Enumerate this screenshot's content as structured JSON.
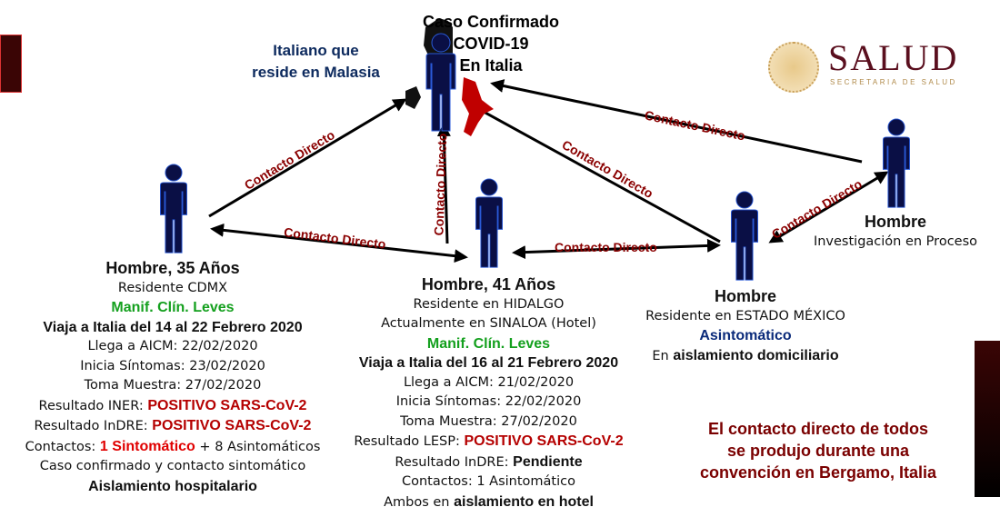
{
  "colors": {
    "arrow": "#000000",
    "label": "#8a0000",
    "figure": "#0a0f45",
    "figure_outline": "#2a5ad8",
    "accent_dark": "#3a0505"
  },
  "header": {
    "logo_title": "SALUD",
    "logo_subtitle": "SECRETARIA DE SALUD"
  },
  "index_case": {
    "title_lines": [
      "Caso Confirmado",
      "COVID-19",
      "En Italia"
    ],
    "note_lines": [
      "Italiano que",
      "reside en Malasia"
    ]
  },
  "edge_label": "Contacto Directo",
  "case_35": {
    "title": "Hombre, 35 Años",
    "residence": "Residente CDMX",
    "clinical": "Manif. Clín. Leves",
    "travel": "Viaja a Italia del 14 al 22 Febrero 2020",
    "arrival": "Llega a AICM: 22/02/2020",
    "symptoms": "Inicia Síntomas: 23/02/2020",
    "sample": "Toma Muestra: 27/02/2020",
    "iner_label": "Resultado INER: ",
    "iner_value": "POSITIVO SARS-CoV-2",
    "indre_label": "Resultado InDRE: ",
    "indre_value": "POSITIVO SARS-CoV-2",
    "contacts_label": "Contactos: ",
    "contacts_sympt": "1 Sintomático",
    "contacts_rest": " + 8 Asintomáticos",
    "note": "Caso confirmado y contacto sintomático",
    "isolation": "Aislamiento hospitalario"
  },
  "case_41": {
    "title": "Hombre, 41 Años",
    "residence": "Residente en HIDALGO",
    "current": "Actualmente en SINALOA (Hotel)",
    "clinical": "Manif. Clín. Leves",
    "travel": "Viaja a Italia del 16 al 21 Febrero 2020",
    "arrival": "Llega a AICM: 21/02/2020",
    "symptoms": "Inicia Síntomas: 22/02/2020",
    "sample": "Toma Muestra: 27/02/2020",
    "lesp_label": "Resultado LESP: ",
    "lesp_value": "POSITIVO SARS-CoV-2",
    "indre_label": "Resultado InDRE: ",
    "indre_value": "Pendiente",
    "contacts": "Contactos: 1 Asintomático",
    "isolation_label": "Ambos en ",
    "isolation_value": "aislamiento en hotel"
  },
  "case_edomex": {
    "title": "Hombre",
    "residence": "Residente en ESTADO MÉXICO",
    "status": "Asintomático",
    "isolation_label": "En ",
    "isolation_value": "aislamiento domiciliario"
  },
  "case_unknown": {
    "title": "Hombre",
    "status": "Investigación en Proceso"
  },
  "footnote_lines": [
    "El contacto directo de todos",
    "se produjo durante una",
    "convención en Bergamo, Italia"
  ]
}
